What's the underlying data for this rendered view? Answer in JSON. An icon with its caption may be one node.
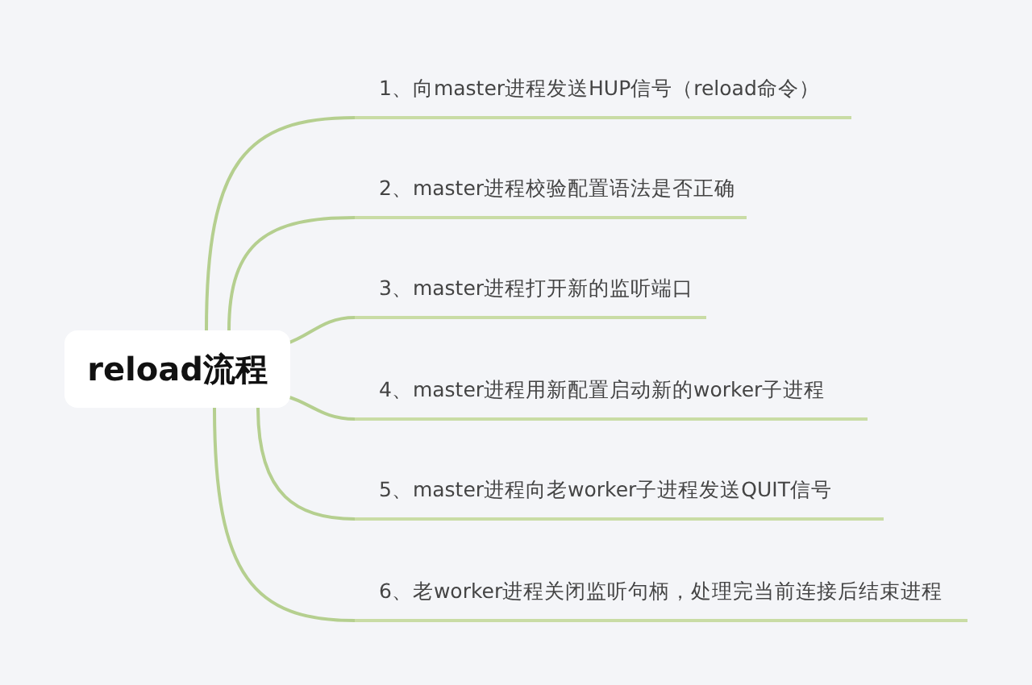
{
  "diagram": {
    "nodes": [
      {
        "text": [
          "reload流程"
        ]
      },
      {
        "text": [
          "1、向master进程发送HUP信号（reload命令）"
        ]
      },
      {
        "text": [
          "2、master进程校验配置语法是否正确"
        ]
      },
      {
        "text": [
          "3、master进程打开新的监听端口"
        ]
      },
      {
        "text": [
          "4、master进程用新配置启动新的worker子进程"
        ]
      },
      {
        "text": [
          "5、master进程向老worker子进程发送QUIT信号"
        ]
      },
      {
        "text": [
          "6、老worker进程关闭监听句柄，处理完当前连接后结束进程"
        ]
      }
    ],
    "edges": [
      {
        "from": 0,
        "to": 1,
        "arrow": "none"
      },
      {
        "from": 0,
        "to": 2,
        "arrow": "none"
      },
      {
        "from": 0,
        "to": 3,
        "arrow": "none"
      },
      {
        "from": 0,
        "to": 4,
        "arrow": "none"
      },
      {
        "from": 0,
        "to": 5,
        "arrow": "none"
      },
      {
        "from": 0,
        "to": 6,
        "arrow": "none"
      }
    ]
  }
}
